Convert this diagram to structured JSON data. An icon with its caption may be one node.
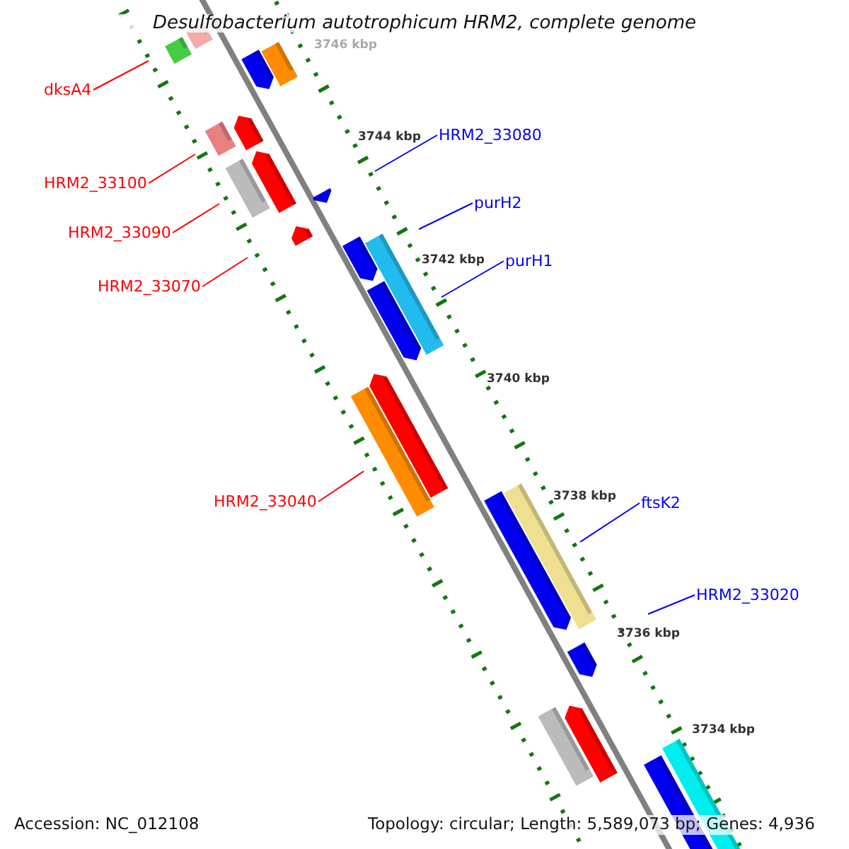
{
  "diagram": {
    "title": "Desulfobacterium autotrophicum HRM2, complete genome",
    "nodes": [
      {
        "text": [
          "dksA4"
        ]
      },
      {
        "text": [
          "HRM2_33100"
        ]
      },
      {
        "text": [
          "HRM2_33090"
        ]
      },
      {
        "text": [
          "HRM2_33070"
        ]
      },
      {
        "text": [
          "HRM2_33080"
        ]
      },
      {
        "text": [
          "purH2"
        ]
      },
      {
        "text": [
          "purH1"
        ]
      },
      {
        "text": [
          "HRM2_33040"
        ]
      },
      {
        "text": [
          "ftsK2"
        ]
      },
      {
        "text": [
          "HRM2_33020"
        ]
      }
    ],
    "edges": [
      {
        "from": 0,
        "to": null,
        "arrow": "none"
      },
      {
        "from": 1,
        "to": null,
        "arrow": "none"
      },
      {
        "from": 2,
        "to": null,
        "arrow": "none"
      },
      {
        "from": 3,
        "to": null,
        "arrow": "none"
      },
      {
        "from": 4,
        "to": null,
        "arrow": "none",
        "color": "#0000ff"
      },
      {
        "from": 5,
        "to": null,
        "arrow": "none",
        "color": "#0000ff"
      },
      {
        "from": 6,
        "to": null,
        "arrow": "none",
        "color": "#0000ff"
      },
      {
        "from": 7,
        "to": null,
        "arrow": "none"
      },
      {
        "from": 8,
        "to": null,
        "arrow": "none",
        "color": "#0000ff"
      },
      {
        "from": 9,
        "to": null,
        "arrow": "none",
        "color": "#0000ff"
      }
    ],
    "labels": [
      "3746 kbp",
      "3744 kbp",
      "3742 kbp",
      "3740 kbp",
      "3738 kbp",
      "3736 kbp",
      "3734 kbp",
      "Accession: NC_012108",
      "Topology: circular; Length: 5,589,073 bp; Genes: 4,936"
    ]
  }
}
